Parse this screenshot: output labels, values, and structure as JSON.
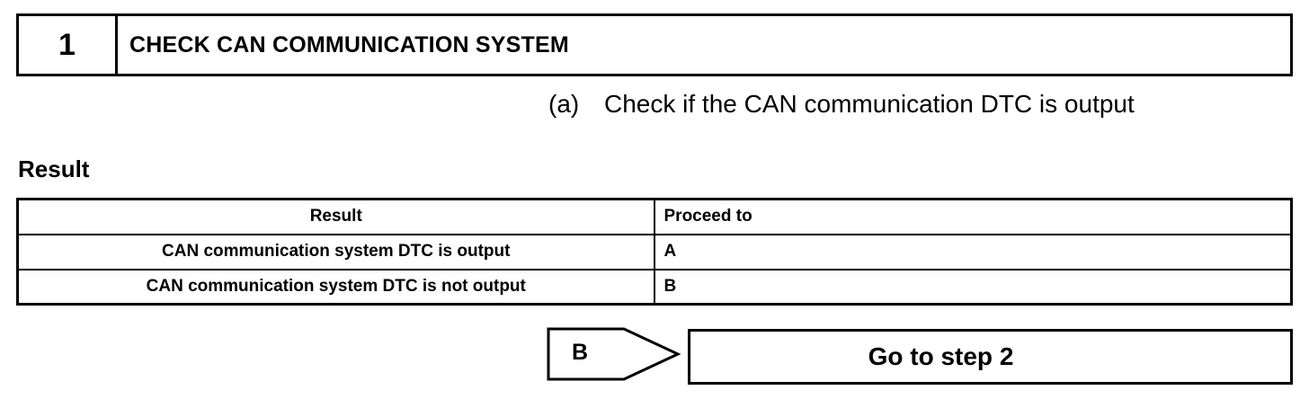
{
  "step": {
    "number": "1",
    "title": "CHECK CAN COMMUNICATION SYSTEM"
  },
  "instruction": {
    "marker": "(a)",
    "text": "Check if the CAN communication DTC is output"
  },
  "result_heading": "Result",
  "result_table": {
    "headers": [
      "Result",
      "Proceed to"
    ],
    "rows": [
      [
        "CAN communication system DTC is output",
        "A"
      ],
      [
        "CAN communication system DTC is not output",
        "B"
      ]
    ]
  },
  "navigation": {
    "branch_label": "B",
    "target_label": "Go to step 2"
  }
}
